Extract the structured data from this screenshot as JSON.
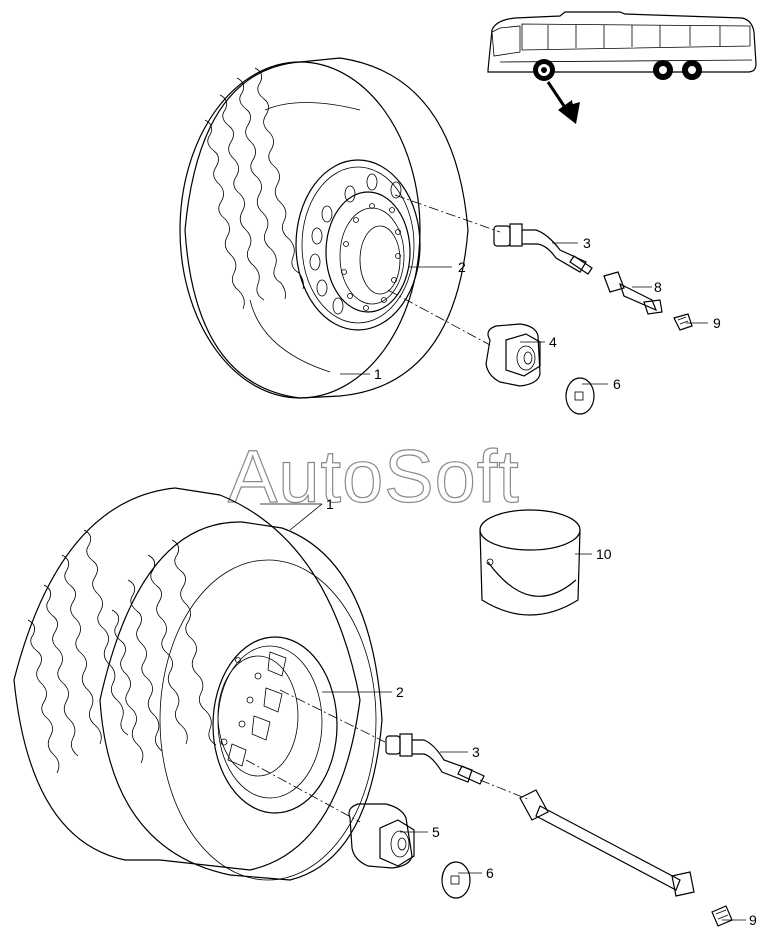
{
  "watermark": "AutoSoft",
  "callouts": {
    "top_tyre": "1",
    "top_rim": "2",
    "top_valve_ext": "3",
    "top_nut": "4",
    "top_cap": "6",
    "top_adapter": "8",
    "top_valve_cap": "9",
    "bottom_tyre": "1",
    "bottom_rim": "2",
    "bottom_valve_ext": "3",
    "bottom_nut": "5",
    "bottom_cap": "6",
    "bottom_valve_cap": "9",
    "bucket": "10"
  }
}
